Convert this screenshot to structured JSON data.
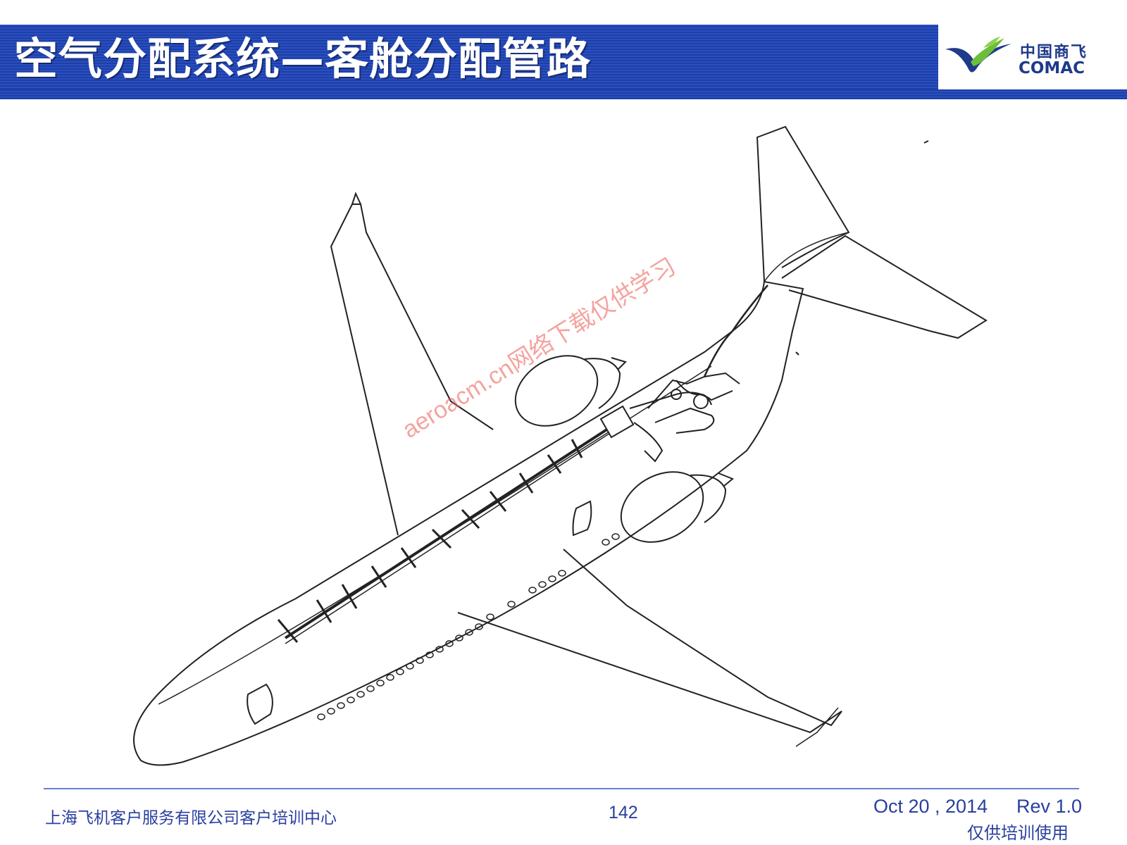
{
  "header": {
    "title": "空气分配系统—客舱分配管路",
    "band_color": "#2342ae",
    "text_color": "#ffffff"
  },
  "logo": {
    "name_cn": "中国商飞",
    "name_en": "COMAC",
    "icon": "comac-swoosh-logo"
  },
  "figure": {
    "subject": "aircraft-cabin-air-distribution-duct-diagram",
    "watermark": "aeroacm.cn网络下载仅供学习",
    "watermark_color": "#eb5a50"
  },
  "footer": {
    "organization": "上海飞机客户服务有限公司客户培训中心",
    "page_number": "142",
    "date": "Oct 20 , 2014",
    "revision": "Rev 1.0",
    "note": "仅供培训使用",
    "text_color": "#2a3f9f"
  }
}
